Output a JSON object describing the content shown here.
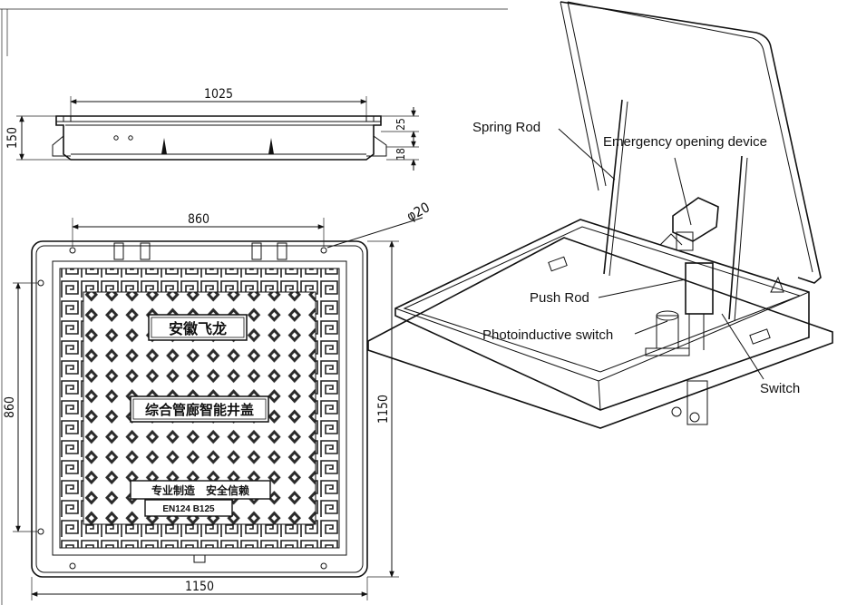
{
  "side_view": {
    "width_label": "1025",
    "height_label": "150",
    "top_flange_label": "25",
    "bottom_gap_label": "18"
  },
  "top_view": {
    "hole_span_top_label": "860",
    "hole_diameter_label": "φ20",
    "hole_span_left_label": "860",
    "outer_height_label": "1150",
    "outer_width_label": "1150",
    "plate_title": "安徽飞龙",
    "plate_product": "综合管廊智能井盖",
    "plate_slogan": "专业制造　安全信赖",
    "plate_standard": "EN124 B125"
  },
  "isometric_view": {
    "callouts": {
      "spring_rod": "Spring Rod",
      "emergency": "Emergency opening device",
      "push_rod": "Push Rod",
      "photo_switch": "Photoinductive switch",
      "switch": "Switch"
    }
  }
}
